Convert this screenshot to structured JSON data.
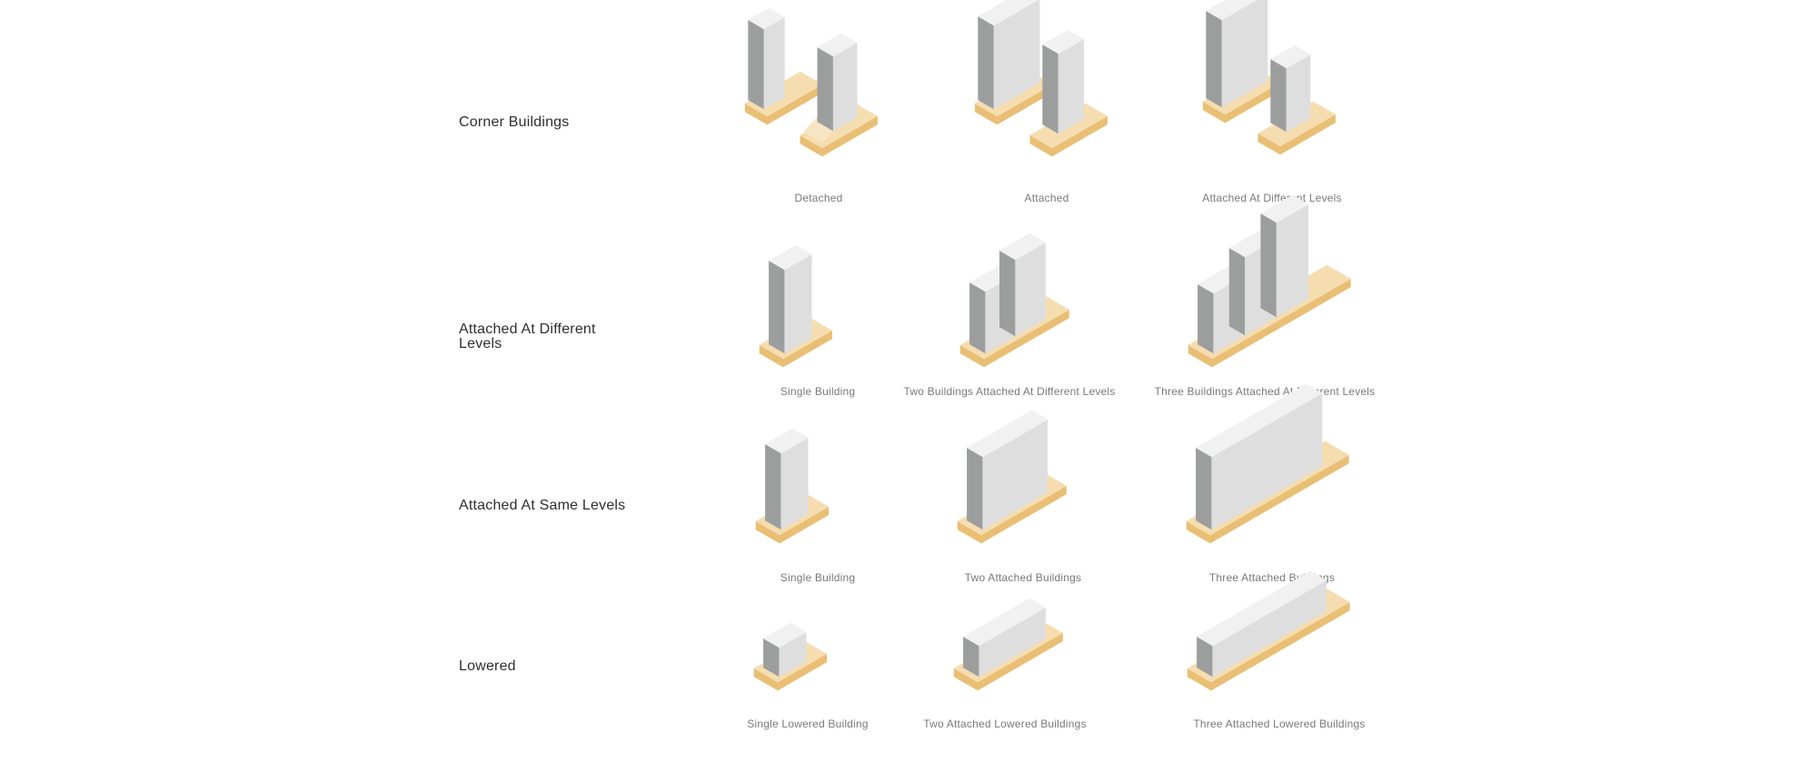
{
  "rows": [
    {
      "title": "Corner Buildings",
      "items": [
        {
          "caption": "Detached",
          "illustration": "corner-detached"
        },
        {
          "caption": "Attached",
          "illustration": "corner-attached"
        },
        {
          "caption": "Attached At Different Levels",
          "illustration": "corner-attached-different-levels"
        }
      ]
    },
    {
      "title": "Attached At Different Levels",
      "items": [
        {
          "caption": "Single Building",
          "illustration": "single-tall-building"
        },
        {
          "caption": "Two Buildings Attached At Different Levels",
          "illustration": "two-buildings-stepped"
        },
        {
          "caption": "Three Buildings Attached At Different Levels",
          "illustration": "three-buildings-stepped"
        }
      ]
    },
    {
      "title": "Attached At Same Levels",
      "items": [
        {
          "caption": "Single Building",
          "illustration": "single-building"
        },
        {
          "caption": "Two Attached Buildings",
          "illustration": "two-attached-buildings"
        },
        {
          "caption": "Three Attached Buildings",
          "illustration": "three-attached-buildings"
        }
      ]
    },
    {
      "title": "Lowered",
      "items": [
        {
          "caption": "Single Lowered Building",
          "illustration": "single-lowered-building"
        },
        {
          "caption": "Two Attached Lowered Buildings",
          "illustration": "two-lowered-buildings"
        },
        {
          "caption": "Three Attached Lowered Buildings",
          "illustration": "three-lowered-buildings"
        }
      ]
    }
  ],
  "colors": {
    "building_top": "#f1f1f1",
    "building_face": "#dedede",
    "building_side": "#9c9e9e",
    "base_top": "#f6ddb0",
    "base_side": "#e9bf75",
    "courtyard": "#f7e6c4"
  }
}
